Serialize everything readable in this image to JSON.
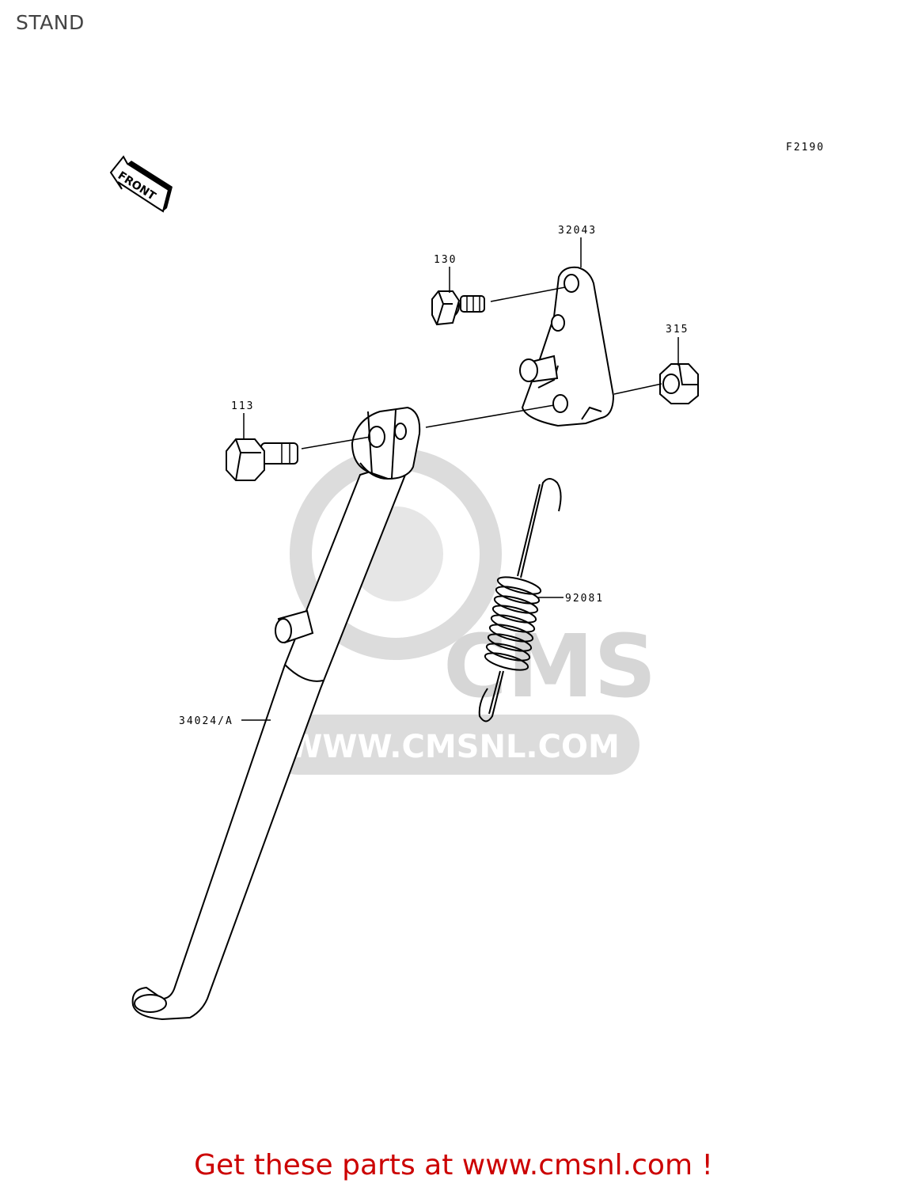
{
  "page": {
    "title": "STAND",
    "figure_code": "F2190"
  },
  "front_badge": "FRONT",
  "parts": {
    "p32043": "32043",
    "p130": "130",
    "p315": "315",
    "p113": "113",
    "p92081": "92081",
    "p34024": "34024/A"
  },
  "watermark": {
    "brand": "CMS",
    "url": "WWW.CMSNL.COM"
  },
  "footer": {
    "cta": "Get these parts at www.cmsnl.com !"
  },
  "colors": {
    "cta": "#cc0000",
    "watermark": "#d9d9d9",
    "line": "#000000"
  }
}
